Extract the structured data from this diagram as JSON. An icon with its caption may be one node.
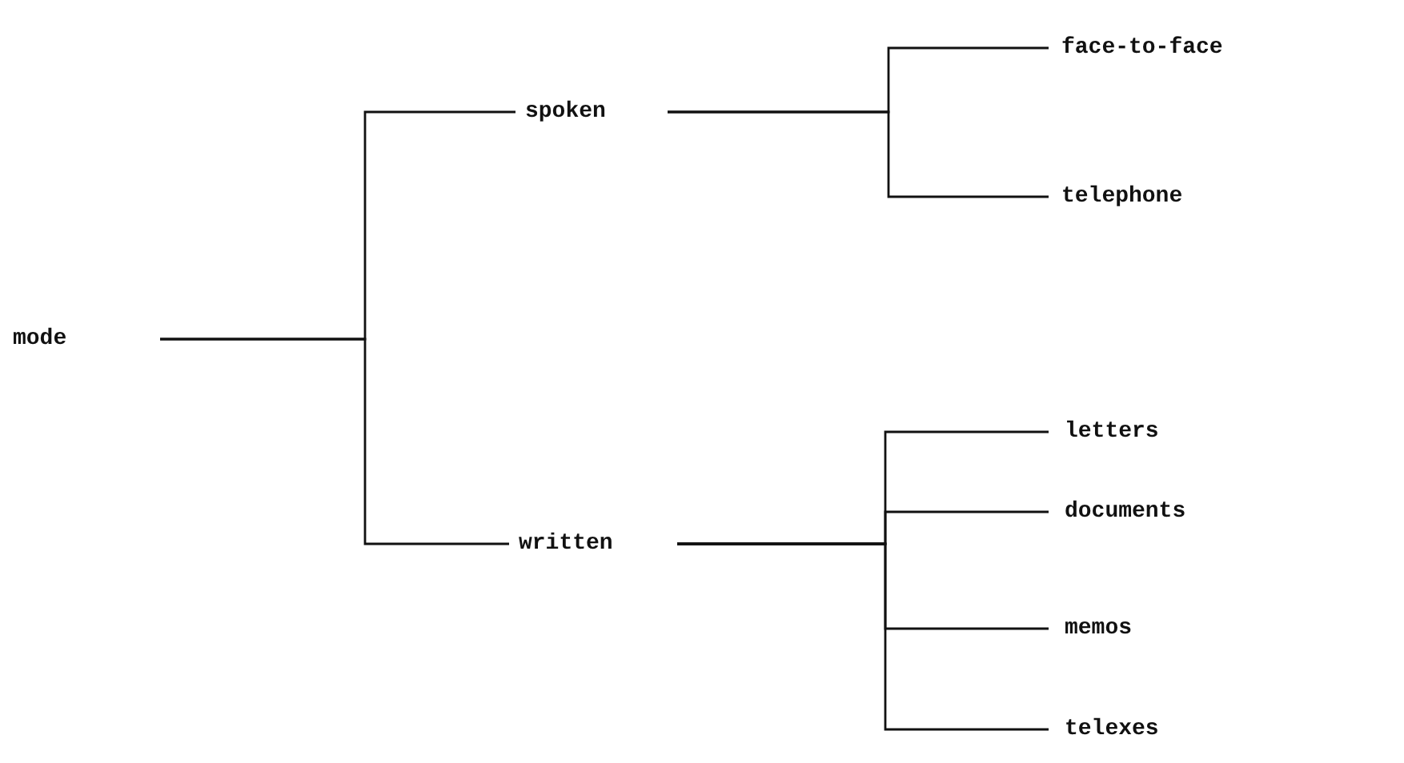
{
  "diagram": {
    "nodes": [
      {
        "text": [
          "mode"
        ]
      },
      {
        "text": [
          "spoken"
        ]
      },
      {
        "text": [
          "written"
        ]
      },
      {
        "text": [
          "face-to-face"
        ]
      },
      {
        "text": [
          "telephone"
        ]
      },
      {
        "text": [
          "letters"
        ]
      },
      {
        "text": [
          "documents"
        ]
      },
      {
        "text": [
          "memos"
        ]
      },
      {
        "text": [
          "telexes"
        ]
      }
    ],
    "edges": [
      {
        "from": 0,
        "to": 1,
        "arrow": "none"
      },
      {
        "from": 0,
        "to": 2,
        "arrow": "none"
      },
      {
        "from": 1,
        "to": 3,
        "arrow": "none"
      },
      {
        "from": 1,
        "to": 4,
        "arrow": "none"
      },
      {
        "from": 2,
        "to": 5,
        "arrow": "none"
      },
      {
        "from": 2,
        "to": 6,
        "arrow": "none"
      },
      {
        "from": 2,
        "to": 7,
        "arrow": "none"
      },
      {
        "from": 2,
        "to": 8,
        "arrow": "none"
      }
    ]
  }
}
